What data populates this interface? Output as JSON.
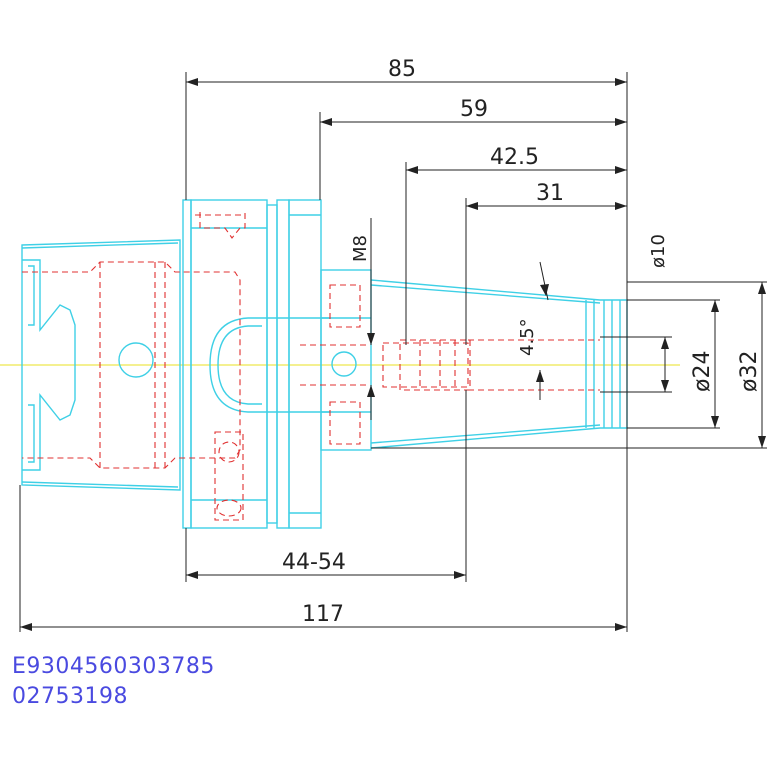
{
  "dimensions": {
    "d85": "85",
    "d59": "59",
    "d42_5": "42.5",
    "d31": "31",
    "d44_54": "44-54",
    "d117": "117",
    "thread": "M8",
    "angle": "4.5°",
    "dia10": "ø10",
    "dia24": "ø24",
    "dia32": "ø32"
  },
  "footer": {
    "code1": "E9304560303785",
    "code2": "02753198"
  },
  "colors": {
    "outline": "#3fd0e6",
    "hidden": "#e03030",
    "dimension": "#222222",
    "centerline": "#e8e020",
    "code_text": "#4a4ae0"
  }
}
